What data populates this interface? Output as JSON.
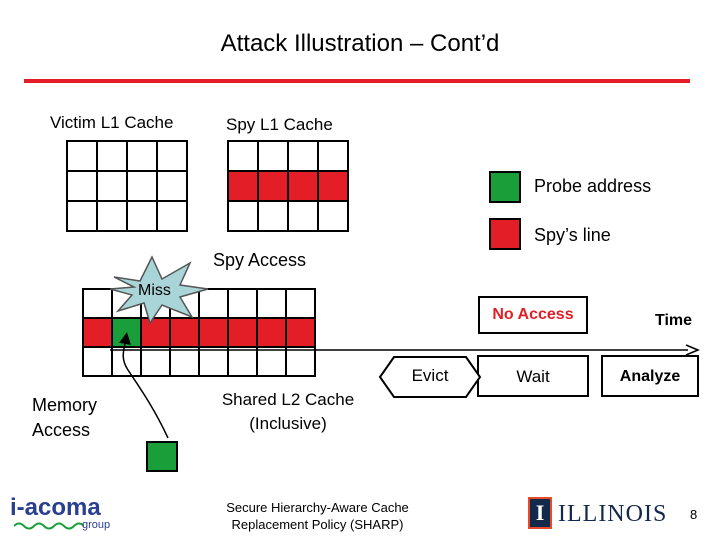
{
  "slide": {
    "title": "Attack Illustration – Cont’d",
    "page_number": "8"
  },
  "labels": {
    "victim_l1": "Victim L1 Cache",
    "spy_l1": "Spy L1 Cache",
    "spy_access": "Spy Access",
    "miss": "Miss",
    "memory_access": [
      "Memory",
      "Access"
    ],
    "shared_l2": [
      "Shared L2 Cache",
      "(Inclusive)"
    ],
    "evict": "Evict",
    "time": "Time",
    "footer_note": [
      "Secure Hierarchy-Aware Cache",
      "Replacement Policy (SHARP)"
    ]
  },
  "legend": [
    {
      "label": "Probe address",
      "color": "#1a9e3a"
    },
    {
      "label": "Spy’s line",
      "color": "#e41e26"
    }
  ],
  "timeline": [
    {
      "label": "No Access"
    },
    {
      "label": "Wait"
    },
    {
      "label": "Analyze"
    }
  ],
  "logos": {
    "left": {
      "text": "i-acoma",
      "sub": "group"
    },
    "right": {
      "text": "ILLINOIS",
      "mark": "I"
    }
  },
  "colors": {
    "accent_red": "#e41e26",
    "probe_green": "#1a9e3a",
    "miss_burst": "#a9d5d8"
  }
}
